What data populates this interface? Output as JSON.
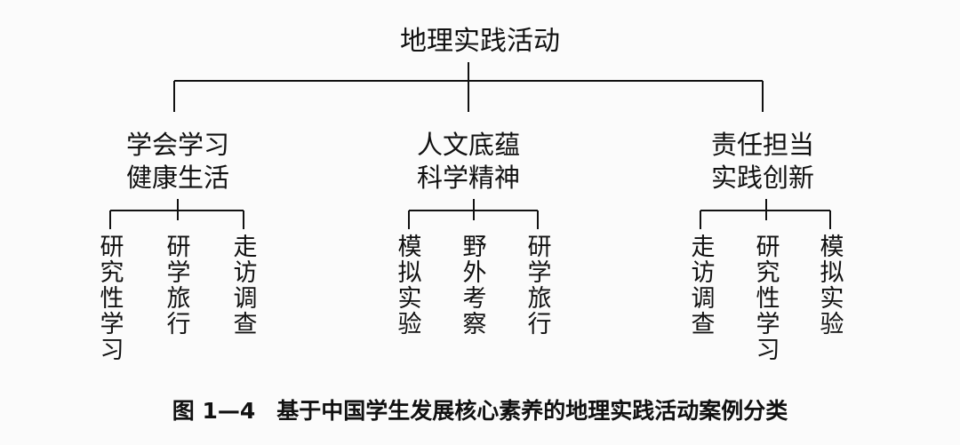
{
  "root": "地理实践活动",
  "groups": [
    {
      "line1": "学会学习",
      "line2": "健康生活",
      "leaves": [
        "研究性学习",
        "研学旅行",
        "走访调查"
      ]
    },
    {
      "line1": "人文底蕴",
      "line2": "科学精神",
      "leaves": [
        "模拟实验",
        "野外考察",
        "研学旅行"
      ]
    },
    {
      "line1": "责任担当",
      "line2": "实践创新",
      "leaves": [
        "走访调查",
        "研究性学习",
        "模拟实验"
      ]
    }
  ],
  "caption": {
    "figure_number": "图 1—4",
    "title": "基于中国学生发展核心素养的地理实践活动案例分类"
  },
  "colors": {
    "ink": "#111111",
    "background": "#fbfbfb"
  }
}
